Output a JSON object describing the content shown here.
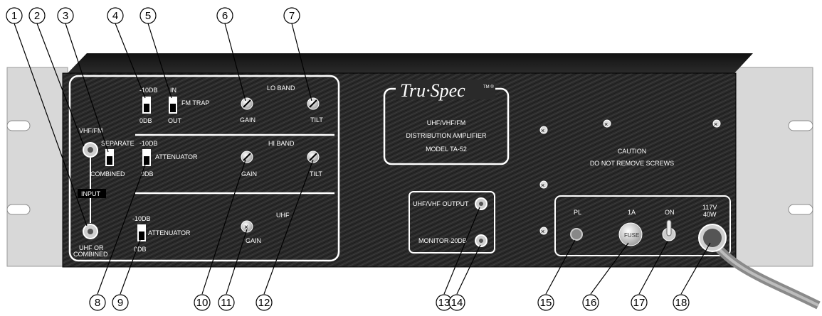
{
  "brand": {
    "name": "Tru·Spec",
    "mark": "TM ®"
  },
  "model_box": {
    "line1": "UHF/VHF/FM",
    "line2": "DISTRIBUTION AMPLIFIER",
    "line3": "MODEL TA-52"
  },
  "caution": {
    "line1": "CAUTION",
    "line2": "DO NOT REMOVE SCREWS"
  },
  "input_panel": {
    "vhf_fm": "VHF/FM",
    "separate": "SEPARATE",
    "combined": "COMBINED",
    "input": "INPUT",
    "uhf_or": "UHF OR",
    "combined2": "COMBINED",
    "lo_band": {
      "atten_top": "-10DB",
      "atten_bottom": "0DB",
      "trap_top": "IN",
      "trap_label": "FM TRAP",
      "trap_bottom": "OUT",
      "title": "LO BAND",
      "gain": "GAIN",
      "tilt": "TILT"
    },
    "hi_band": {
      "atten_top": "-10DB",
      "atten_label": "ATTENUATOR",
      "atten_bottom": "0DB",
      "title": "HI BAND",
      "gain": "GAIN",
      "tilt": "TILT"
    },
    "uhf": {
      "atten_top": "-10DB",
      "atten_label": "ATTENUATOR",
      "atten_bottom": "0DB",
      "title": "UHF",
      "gain": "GAIN"
    }
  },
  "output": {
    "uhf_vhf": "UHF/VHF OUTPUT",
    "monitor": "MONITOR-20DB"
  },
  "power": {
    "pl": "PL",
    "fuse_rating": "1A",
    "fuse": "FUSE",
    "on": "ON",
    "voltage": "117V",
    "wattage": "40W"
  },
  "callouts": [
    "1",
    "2",
    "3",
    "4",
    "5",
    "6",
    "7",
    "8",
    "9",
    "10",
    "11",
    "12",
    "13",
    "14",
    "15",
    "16",
    "17",
    "18"
  ]
}
